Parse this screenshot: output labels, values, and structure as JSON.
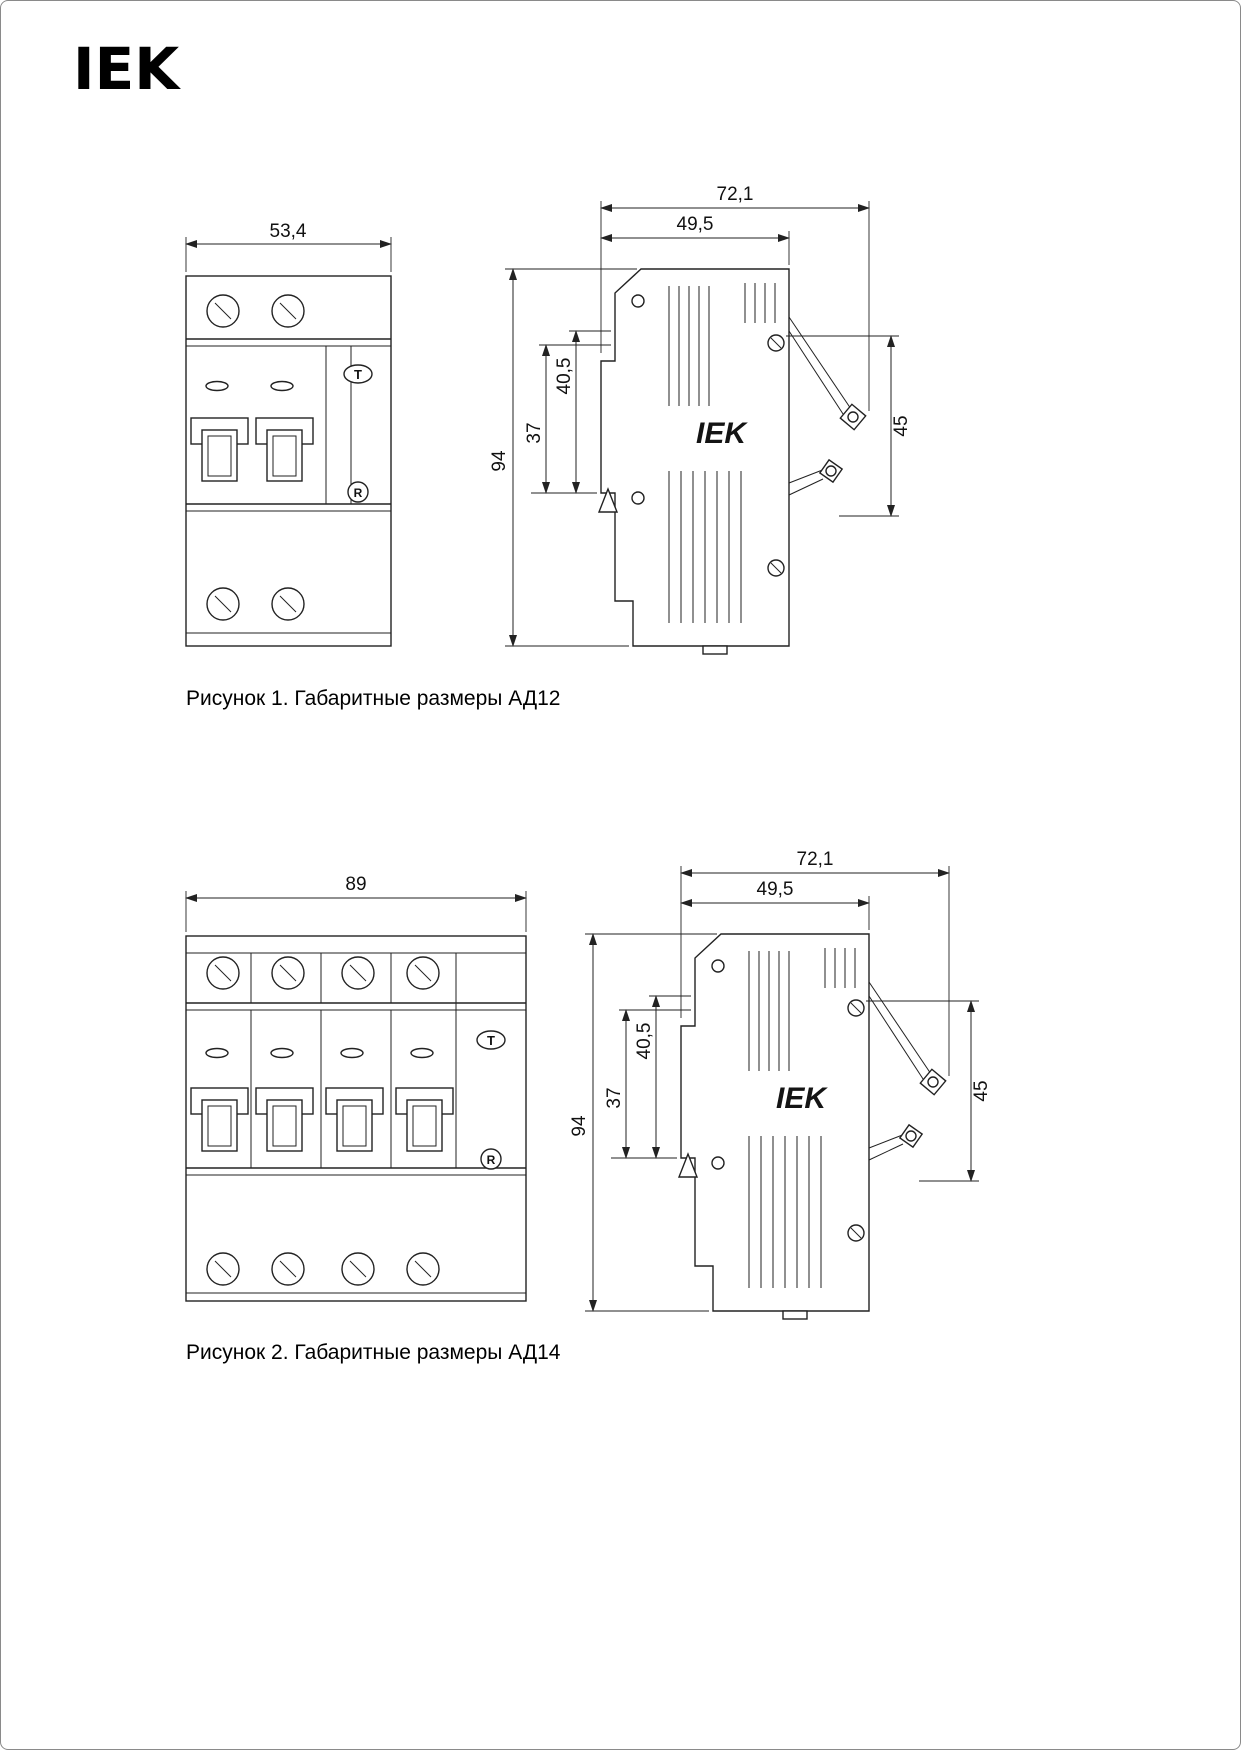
{
  "logo": {
    "text": "IEK"
  },
  "fig1": {
    "caption": "Рисунок 1. Габаритные размеры АД12",
    "front": {
      "width_dim": "53,4",
      "test_label": "T",
      "reset_label": "R"
    },
    "side": {
      "logo": "IEK",
      "dim_total": "72,1",
      "dim_body": "49,5",
      "dim_upper": "40,5",
      "dim_inner": "37",
      "dim_height": "94",
      "dim_rail": "45"
    }
  },
  "fig2": {
    "caption": "Рисунок 2. Габаритные размеры АД14",
    "front": {
      "width_dim": "89",
      "test_label": "T",
      "reset_label": "R"
    },
    "side": {
      "logo": "IEK",
      "dim_total": "72,1",
      "dim_body": "49,5",
      "dim_upper": "40,5",
      "dim_inner": "37",
      "dim_height": "94",
      "dim_rail": "45"
    }
  }
}
